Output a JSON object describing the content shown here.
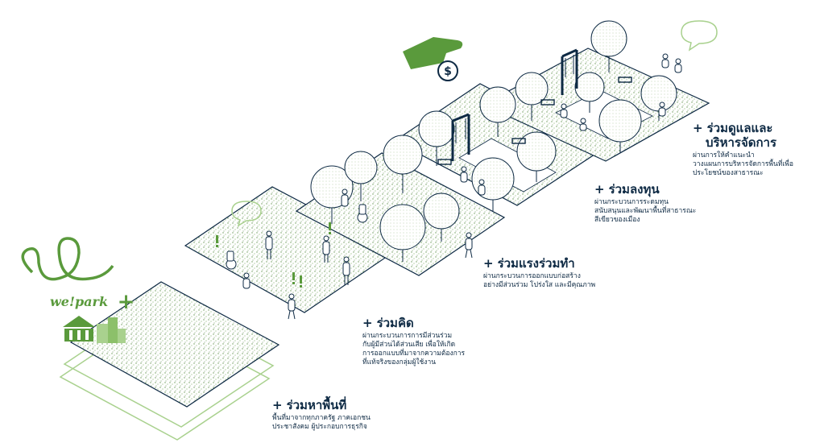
{
  "brand": {
    "name": "we!park",
    "plus": "+"
  },
  "steps": [
    {
      "title": "ร่วมหาพื้นที่",
      "desc": [
        "พื้นที่มาจากทุกภาครัฐ ภาคเอกชน",
        "ประชาสังคม ผู้ประกอบการธุรกิจ"
      ]
    },
    {
      "title": "ร่วมคิด",
      "desc": [
        "ผ่านกระบวนการการมีส่วนร่วม",
        "กับผู้มีส่วนได้ส่วนเสีย เพื่อให้เกิด",
        "การออกแบบที่มาจากความต้องการ",
        "ที่แท้จริงของกลุ่มผู้ใช้งาน"
      ]
    },
    {
      "title": "ร่วมแรงร่วมทำ",
      "desc": [
        "ผ่านกระบวนการออกแบบก่อสร้าง",
        "อย่างมีส่วนร่วม โปร่งใส และมีคุณภาพ"
      ]
    },
    {
      "title": "ร่วมลงทุน",
      "desc": [
        "ผ่านกระบวนการระดมทุน",
        "สนับสนุนและพัฒนาพื้นที่สาธารณะ",
        "สีเขียวของเมือง"
      ]
    },
    {
      "title": "ร่วมดูแลและ",
      "title2": "บริหารจัดการ",
      "desc": [
        "ผ่านการให้คำแนะนำ",
        "วางแผนการบริหารจัดการพื้นที่เพื่อ",
        "ประโยชน์ของสาธารณะ"
      ]
    }
  ],
  "colors": {
    "text": "#0e2a44",
    "green": "#5a9a3c",
    "light_green": "#a9d18e",
    "stipple": "#7ea86a"
  },
  "icons": [
    "money-hand-icon",
    "speech-bubble-icon",
    "government-building-icon",
    "city-building-icon",
    "swing-icon",
    "bench-icon",
    "tree-icon",
    "person-icon",
    "wheelchair-icon"
  ]
}
